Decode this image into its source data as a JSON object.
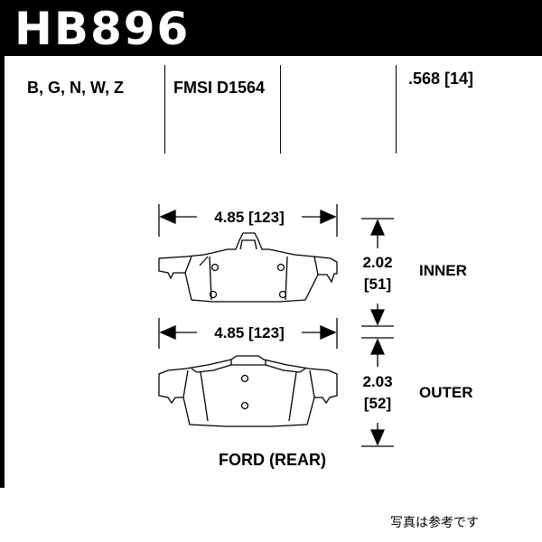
{
  "header": {
    "part_number": "HB896"
  },
  "specs": {
    "compounds": "B, G, N, W, Z",
    "fmsi": "FMSI D1564",
    "thickness": ".568 [14]"
  },
  "inner": {
    "width_label": "4.85 [123]",
    "height_in": "2.02",
    "height_mm": "[51]",
    "label": "INNER"
  },
  "outer": {
    "width_label": "4.85 [123]",
    "height_in": "2.03",
    "height_mm": "[52]",
    "label": "OUTER"
  },
  "application": "FORD (REAR)",
  "footer": {
    "note": "写真は参考です"
  }
}
